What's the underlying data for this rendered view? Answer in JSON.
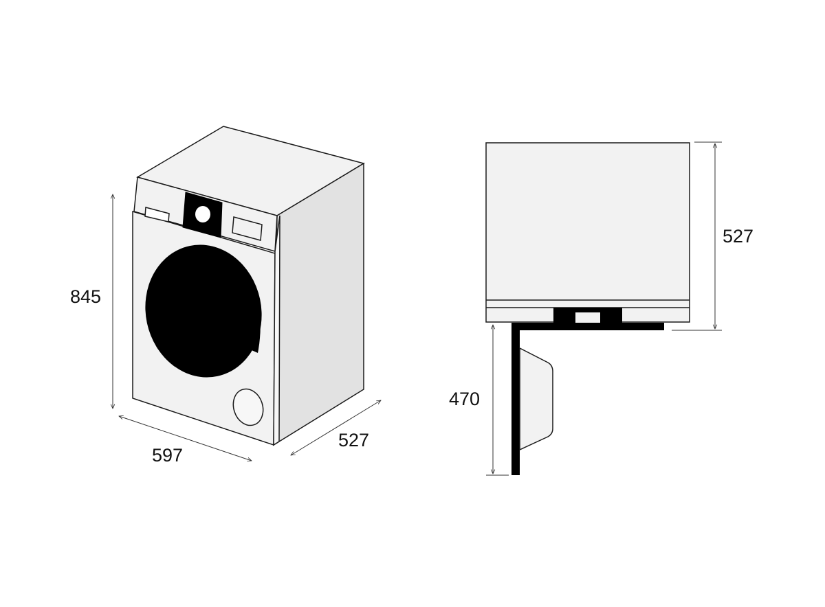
{
  "colors": {
    "panel_light": "#f2f2f2",
    "panel_side": "#e2e2e2",
    "stroke": "#1a1a1a",
    "fill_dark": "#000000",
    "background": "#ffffff"
  },
  "machine_view": {
    "dimensions": {
      "height": "845",
      "width": "597",
      "depth": "527"
    }
  },
  "side_view": {
    "dimensions": {
      "depth": "527",
      "clearance": "470"
    }
  }
}
